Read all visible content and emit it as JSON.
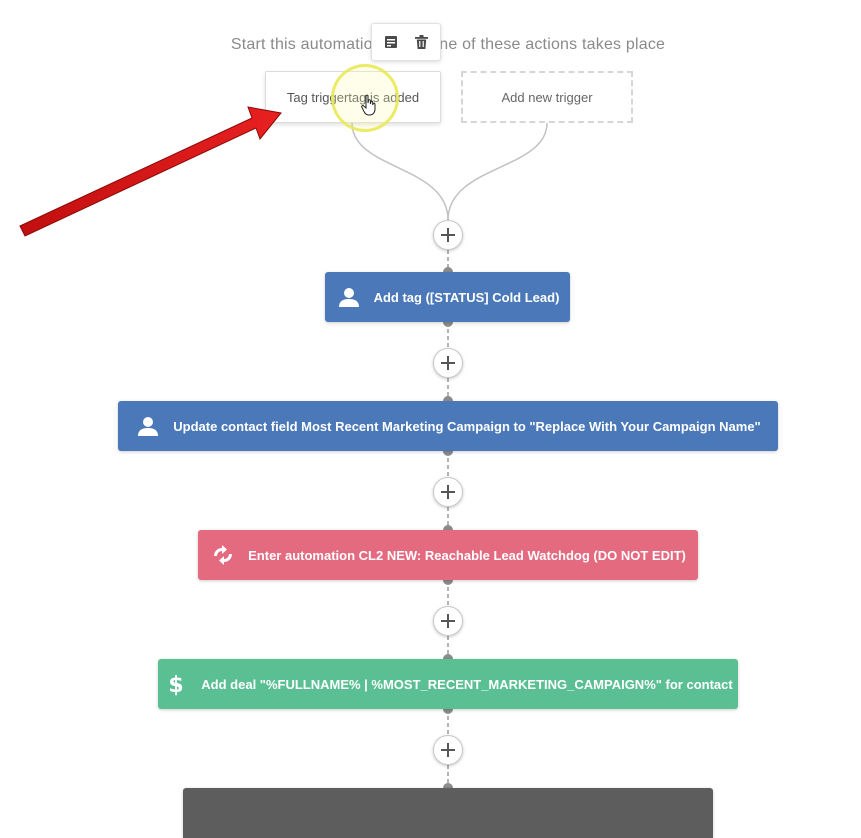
{
  "header": {
    "text": "Start this automation when one of these actions takes place"
  },
  "triggers": [
    {
      "label": "Tag triggertag is added"
    },
    {
      "label": "Add new trigger"
    }
  ],
  "toolbar": {
    "edit_icon": "edit-icon",
    "delete_icon": "trash-icon"
  },
  "actions": [
    {
      "label": "Add tag ([STATUS] Cold Lead)",
      "icon": "user-icon",
      "color": "#4a78b8"
    },
    {
      "label": "Update contact field Most Recent Marketing Campaign to \"Replace With Your Campaign Name\"",
      "icon": "user-icon",
      "color": "#4a78b8"
    },
    {
      "label": "Enter automation CL2 NEW: Reachable Lead Watchdog (DO NOT EDIT)",
      "icon": "sync-arrows-icon",
      "color": "#e46a80"
    },
    {
      "label": "Add deal \"%FULLNAME% | %MOST_RECENT_MARKETING_CAMPAIGN%\" for contact",
      "icon": "dollar-icon",
      "color": "#5bbf94"
    },
    {
      "label": "",
      "icon": "",
      "color": "#5d5d5d"
    }
  ],
  "colors": {
    "connector": "#c2c2c2",
    "dot": "#8c8c8c",
    "arrow": "#e11c1c"
  }
}
